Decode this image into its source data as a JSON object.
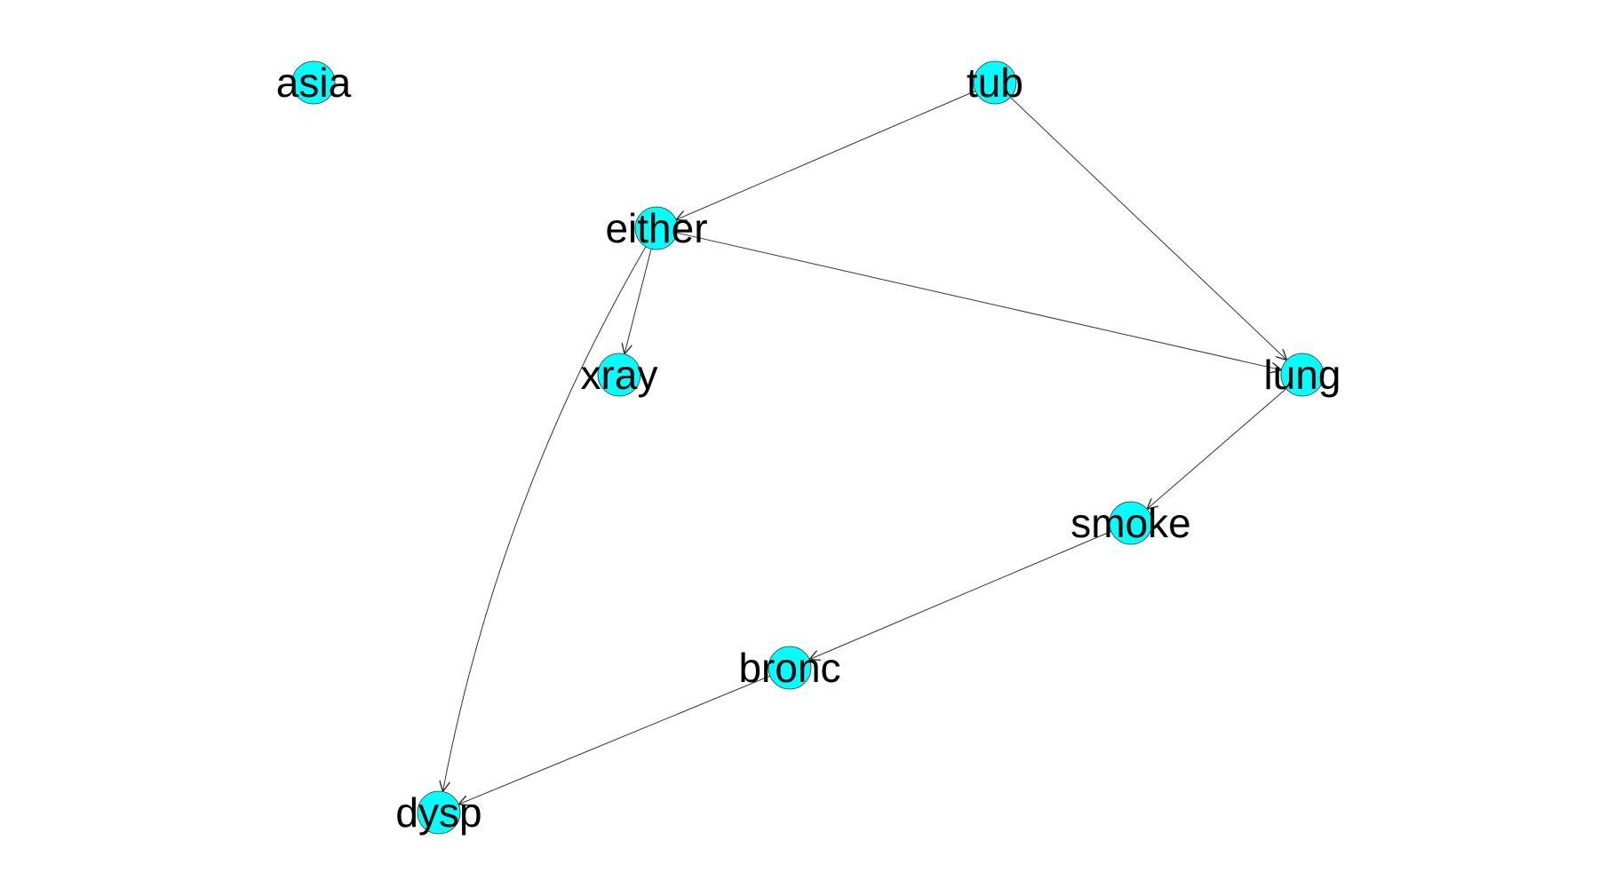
{
  "node_color": "#00ffff",
  "edge_color": "#333333",
  "label_color": "#000000",
  "nodes": [
    {
      "id": "asia",
      "label": "asia"
    },
    {
      "id": "tub",
      "label": "tub"
    },
    {
      "id": "either",
      "label": "either"
    },
    {
      "id": "xray",
      "label": "xray"
    },
    {
      "id": "lung",
      "label": "lung"
    },
    {
      "id": "smoke",
      "label": "smoke"
    },
    {
      "id": "bronc",
      "label": "bronc"
    },
    {
      "id": "dysp",
      "label": "dysp"
    }
  ],
  "edges": [
    {
      "from": "tub",
      "to": "either"
    },
    {
      "from": "tub",
      "to": "lung"
    },
    {
      "from": "either",
      "to": "lung"
    },
    {
      "from": "either",
      "to": "xray"
    },
    {
      "from": "either",
      "to": "dysp"
    },
    {
      "from": "lung",
      "to": "smoke"
    },
    {
      "from": "smoke",
      "to": "bronc"
    },
    {
      "from": "bronc",
      "to": "dysp"
    }
  ]
}
